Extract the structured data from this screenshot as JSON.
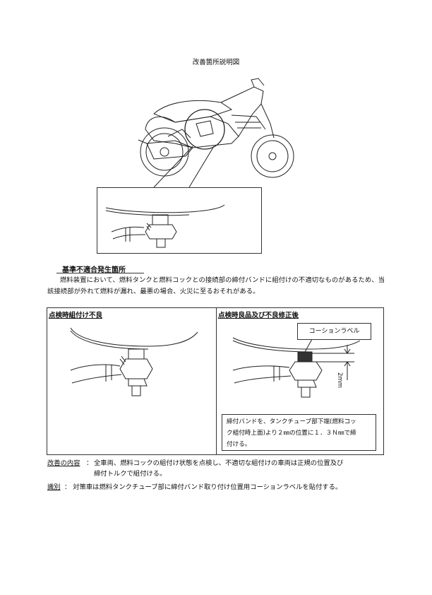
{
  "title": "改善箇所説明図",
  "section_heading": "基準不適合発生箇所",
  "description": "燃料装置において、燃料タンクと燃料コックとの接続部の締付バンドに組付けの不適切なものがあるため、当該接続部が外れて燃料が漏れ、最悪の場合、火災に至るおそれがある。",
  "left_pane": {
    "title": "点検時組付け不良"
  },
  "right_pane": {
    "title": "点検時良品及び不良修正後",
    "label_callout": "コーションラベル",
    "dimension": "2mm",
    "note_lines": [
      "締付バンドを、タンクチューブ部下端(燃料コッ",
      "ク組付時上面)より２㎜の位置に１．３Ｎ㎜で締",
      "付ける。"
    ]
  },
  "improvement": {
    "label": "改善の内容",
    "separator": "：",
    "line1": "全車両、燃料コックの組付け状態を点検し、不適切な組付けの車両は正規の位置及び",
    "line2": "締付トルクで組付ける。"
  },
  "identification": {
    "label": "識別",
    "separator": "：",
    "text": "対策車は燃料タンクチューブ部に締付バンド取り付け位置用コーションラベルを貼付する。"
  }
}
